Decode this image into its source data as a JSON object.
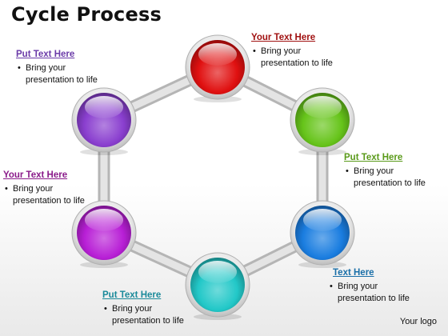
{
  "title": "Cycle Process",
  "colors": {
    "node_red": "#e01010",
    "node_green": "#66c41a",
    "node_blue": "#1a7de0",
    "node_cyan": "#22c8c8",
    "node_magenta": "#b81fd6",
    "node_purple": "#8a3fcf",
    "heading_red": "#a01010",
    "heading_green": "#5a9a1a",
    "heading_blue": "#1a6fa8",
    "heading_teal": "#1a8a9a",
    "heading_magenta": "#8a1a8a",
    "heading_purple": "#6a3aa8",
    "connector": "#c9c9c9"
  },
  "labels": [
    {
      "id": "top",
      "heading": "Your Text Here",
      "line1": "Bring your",
      "line2": "presentation to life"
    },
    {
      "id": "right-upper",
      "heading": "Put Text Here",
      "line1": "Bring your",
      "line2": "presentation to life"
    },
    {
      "id": "right-lower",
      "heading": "Text Here",
      "line1": "Bring your",
      "line2": "presentation to life"
    },
    {
      "id": "bottom",
      "heading": "Put Text Here",
      "line1": "Bring your",
      "line2": "presentation to life"
    },
    {
      "id": "left-lower",
      "heading": "Your Text Here",
      "line1": "Bring your",
      "line2": "presentation to life"
    },
    {
      "id": "left-upper",
      "heading": "Put Text Here",
      "line1": "Bring your",
      "line2": "presentation to life"
    }
  ],
  "logo": "Your logo"
}
